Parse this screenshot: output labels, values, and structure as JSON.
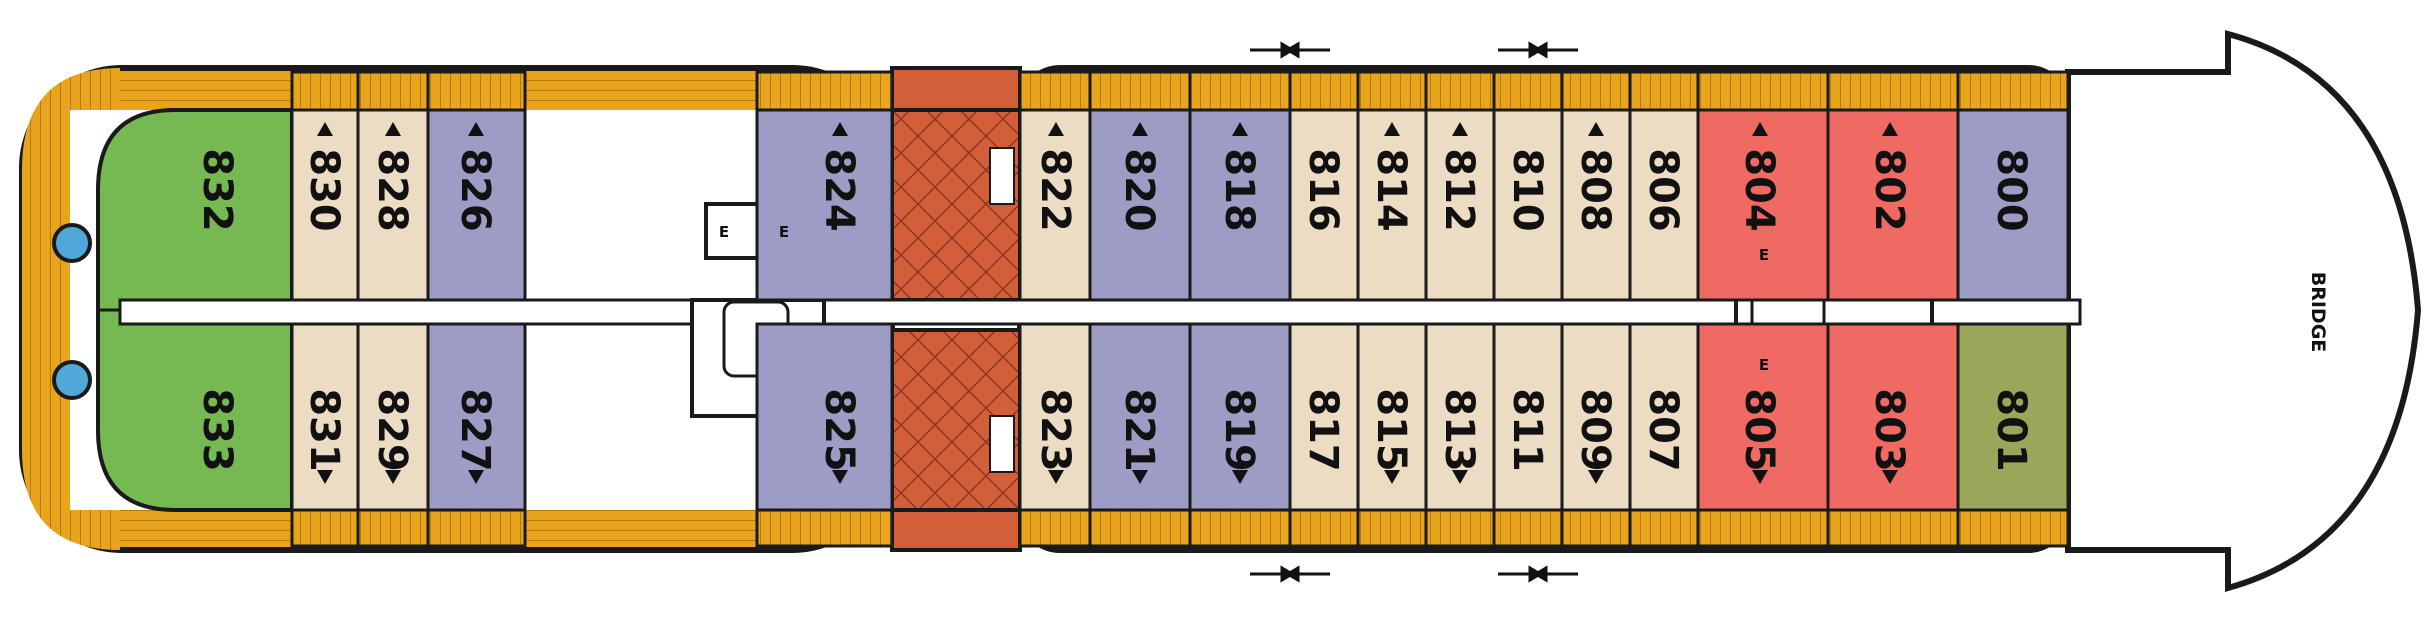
{
  "deck": {
    "bridge_label": "BRIDGE",
    "elevator_label": "E",
    "accessible_icon": "wheelchair-icon",
    "balcony_icon": "triangle-icon",
    "thruster_icon": "converging-arrows-icon"
  },
  "legend_colors": {
    "deck_wood": "#e8a41c",
    "green_suite": "#76b852",
    "beige_cabin": "#ecdcc4",
    "purple_cabin": "#9c9cc4",
    "red_suite": "#ef6a63",
    "olive_cabin": "#9aa65a",
    "stair_tile": "#d35f3a",
    "outline": "#1a1a1a"
  },
  "cabins": {
    "top": [
      "832",
      "830",
      "828",
      "826",
      "824",
      "822",
      "820",
      "818",
      "816",
      "814",
      "812",
      "810",
      "808",
      "806",
      "804",
      "802",
      "800"
    ],
    "bottom": [
      "833",
      "831",
      "829",
      "827",
      "825",
      "823",
      "821",
      "819",
      "817",
      "815",
      "813",
      "811",
      "809",
      "807",
      "805",
      "803",
      "801"
    ]
  }
}
